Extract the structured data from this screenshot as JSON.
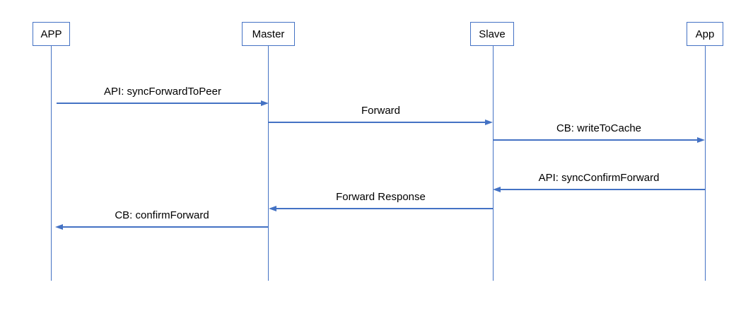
{
  "diagram": {
    "type": "sequence-diagram",
    "accent_color": "#4472C4",
    "text_color": "#000000",
    "background_color": "#FFFFFF",
    "actors": [
      {
        "label": "APP"
      },
      {
        "label": "Master"
      },
      {
        "label": "Slave"
      },
      {
        "label": "App"
      }
    ],
    "messages": [
      {
        "label": "API: syncForwardToPeer",
        "from": "APP",
        "to": "Master",
        "direction": "right"
      },
      {
        "label": "Forward",
        "from": "Master",
        "to": "Slave",
        "direction": "right"
      },
      {
        "label": "CB: writeToCache",
        "from": "Slave",
        "to": "App",
        "direction": "right"
      },
      {
        "label": "API: syncConfirmForward",
        "from": "App",
        "to": "Slave",
        "direction": "left"
      },
      {
        "label": "Forward Response",
        "from": "Slave",
        "to": "Master",
        "direction": "left"
      },
      {
        "label": "CB: confirmForward",
        "from": "Master",
        "to": "APP",
        "direction": "left"
      }
    ]
  }
}
